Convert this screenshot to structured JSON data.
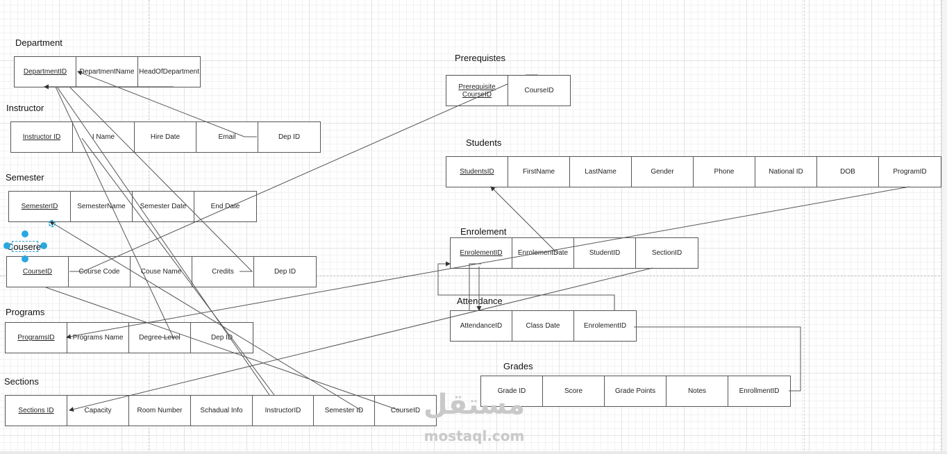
{
  "tables": {
    "department": {
      "title": "Department",
      "cols": [
        "DepartmentID",
        "DepartmentName",
        "HeadOfDepartment"
      ]
    },
    "instructor": {
      "title": "Instructor",
      "cols": [
        "Instructor ID",
        "I Name",
        "Hire Date",
        "Email",
        "Dep ID"
      ]
    },
    "semester": {
      "title": "Semester",
      "cols": [
        "SemesterID",
        "SemesterName",
        "Semester Date",
        "End Date"
      ]
    },
    "cousere": {
      "title": "Cousere",
      "cols": [
        "CourseID",
        "Course Code",
        "Couse Name",
        "Credits",
        "Dep ID"
      ]
    },
    "programs": {
      "title": "Programs",
      "cols": [
        "ProgramsID",
        "Programs Name",
        "Degree Level",
        "Dep ID"
      ]
    },
    "sections": {
      "title": "Sections",
      "cols": [
        "Sections ID",
        "Capacity",
        "Room Number",
        "Schadual Info",
        "InstructorID",
        "Semester ID",
        "CourseID"
      ]
    },
    "prerequistes": {
      "title": "Prerequistes",
      "cols": [
        "Prerequisite CourseID",
        "CourseID"
      ]
    },
    "students": {
      "title": "Students",
      "cols": [
        "StudentsID",
        "FirstName",
        "LastName",
        "Gender",
        "Phone",
        "National ID",
        "DOB",
        "ProgramID"
      ]
    },
    "enrolement": {
      "title": "Enrolement",
      "cols": [
        "EnrolementID",
        "EnrolementDate",
        "StudentID",
        "SectionID"
      ]
    },
    "attendance": {
      "title": "Attendance",
      "cols": [
        "AttendanceID",
        "Class Date",
        "EnrolementID"
      ]
    },
    "grades": {
      "title": "Grades",
      "cols": [
        "Grade ID",
        "Score",
        "Grade Points",
        "Notes",
        "EnrollmentID"
      ]
    }
  },
  "watermark": {
    "arabic": "مستقل",
    "latin": "mostaql.com"
  },
  "colors": {
    "selection": "#29a8e0",
    "line": "#555555",
    "border": "#555555"
  }
}
